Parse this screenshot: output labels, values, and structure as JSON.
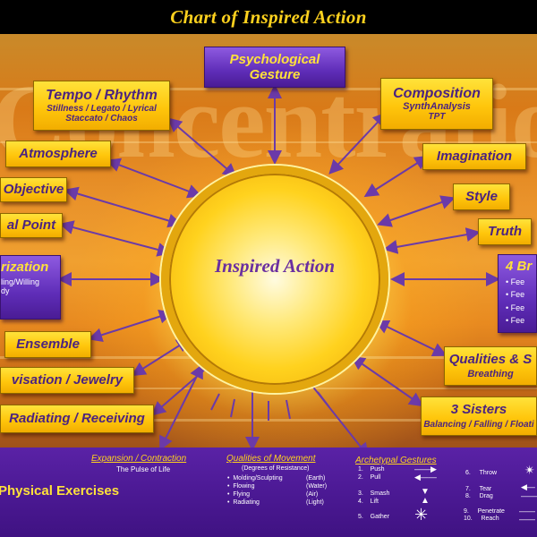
{
  "title": "Chart of Inspired Action",
  "watermark": "Concentration",
  "center": "Inspired Action",
  "nodes": {
    "psychological_gesture": "Psychological Gesture",
    "tempo_title": "Tempo / Rhythm",
    "tempo_sub1": "Stillness / Legato / Lyrical",
    "tempo_sub2": "Staccato / Chaos",
    "atmosphere": "Atmosphere",
    "objective": "Objective",
    "focal_point": "al Point",
    "characterization": "rization",
    "characterization_sub1": "ling/Willing",
    "characterization_sub2": "dy",
    "ensemble": "Ensemble",
    "improvisation": "visation / Jewelry",
    "radiating": "Radiating / Receiving",
    "composition_title": "Composition",
    "composition_sub1": "SynthAnalysis",
    "composition_sub2": "TPT",
    "imagination": "Imagination",
    "style": "Style",
    "truth": "Truth",
    "four_brothers": "4 Br",
    "four_brothers_items": [
      "Fee",
      "Fee",
      "Fee",
      "Fee"
    ],
    "qualities": "Qualities & S",
    "qualities_sub": "Breathing",
    "three_sisters": "3 Sisters",
    "three_sisters_sub": "Balancing / Falling / Floati"
  },
  "bottom": {
    "physical_exercises": "Physical Exercises",
    "expansion": {
      "title": "Expansion / Contraction",
      "sub": "The Pulse of Life"
    },
    "qualities_of_movement": {
      "title": "Qualities of Movement",
      "sub": "(Degrees of Resistance)",
      "rows": [
        {
          "bullet": "•",
          "name": "Molding/Sculpting",
          "element": "(Earth)"
        },
        {
          "bullet": "•",
          "name": "Flowing",
          "element": "(Water)"
        },
        {
          "bullet": "•",
          "name": "Flying",
          "element": "(Air)"
        },
        {
          "bullet": "•",
          "name": "Radiating",
          "element": "(Light)"
        }
      ]
    },
    "archetypal_gestures": {
      "title": "Archetypal Gestures",
      "items": [
        {
          "num": "1.",
          "label": "Push"
        },
        {
          "num": "2.",
          "label": "Pull"
        },
        {
          "num": "3.",
          "label": "Smash"
        },
        {
          "num": "4.",
          "label": "Lift"
        },
        {
          "num": "5.",
          "label": "Gather"
        },
        {
          "num": "6.",
          "label": "Throw"
        },
        {
          "num": "7.",
          "label": "Tear"
        },
        {
          "num": "8.",
          "label": "Drag"
        },
        {
          "num": "9.",
          "label": "Penetrate"
        },
        {
          "num": "10.",
          "label": "Reach"
        }
      ]
    }
  },
  "colors": {
    "title": "#ffd21e",
    "box_text": "#4b2380",
    "purple_box": "#5f2db8",
    "arrow": "#6b3aa8"
  }
}
